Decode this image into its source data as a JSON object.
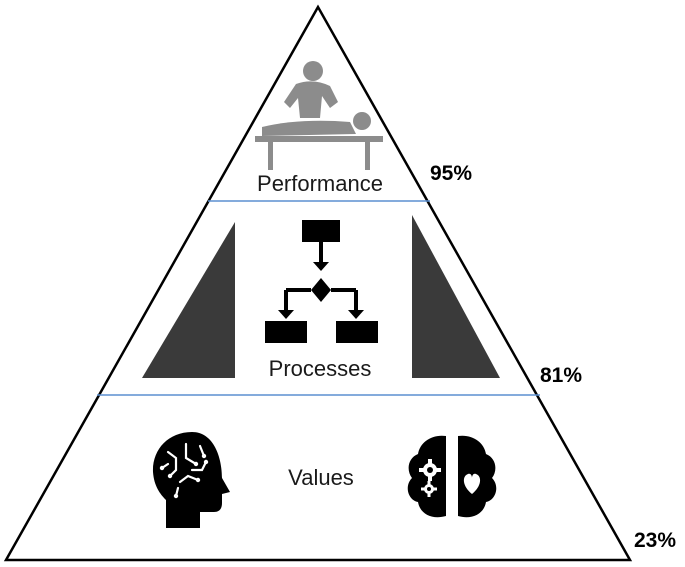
{
  "pyramid": {
    "levels": [
      {
        "label": "Performance",
        "percent": "95%",
        "icon": "massage-therapy-icon"
      },
      {
        "label": "Processes",
        "percent": "81%",
        "icon": "flowchart-icon"
      },
      {
        "label": "Values",
        "percent": "23%",
        "icons": [
          "brain-head-icon",
          "brain-gears-heart-icon"
        ]
      }
    ]
  },
  "colors": {
    "outline": "#000000",
    "divider": "#5b8fd0",
    "icon_fill": "#000000",
    "shade_fill": "#3a3a3a",
    "person_fill": "#8c8c8c"
  }
}
